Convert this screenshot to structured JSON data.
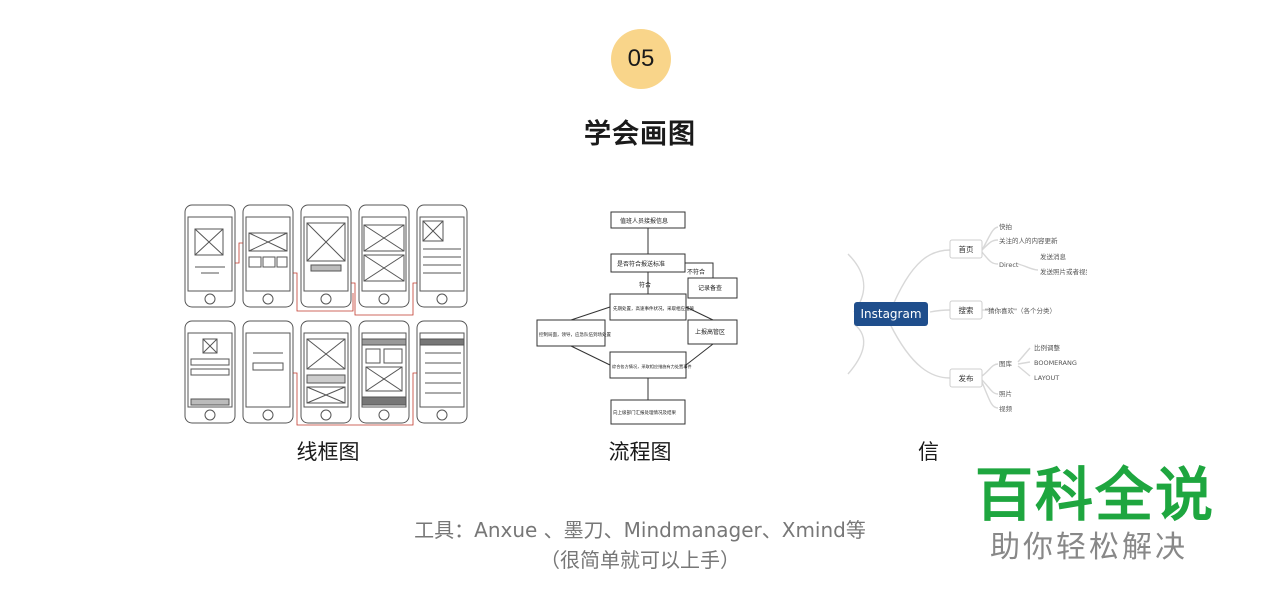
{
  "step": {
    "number": "05"
  },
  "title": "学会画图",
  "panels": [
    {
      "caption": "线框图"
    },
    {
      "caption": "流程图"
    },
    {
      "caption": "信"
    }
  ],
  "flowchart": {
    "nodes": [
      "值班人员接报信息",
      "是否符合报送标准",
      "不符合",
      "记录备查",
      "符合",
      "先期处置，高速事件状况，采取相应措施",
      "控制局面，领导，应急队伍到场处置",
      "上报高管区",
      "综合各方情况，采取相应措施有力处置事件",
      "向上级部门汇报处理情况及结果"
    ]
  },
  "mindmap": {
    "root": "Instagram",
    "branches": [
      {
        "label": "首页",
        "children": [
          "快拍",
          "关注的人的内容更新",
          "Direct",
          "发送消息",
          "发送照片或者视频"
        ]
      },
      {
        "label": "搜索",
        "children": [
          "\"猜你喜欢\"（各个分类）"
        ]
      },
      {
        "label": "发布",
        "children": [
          "图库",
          "比例调整",
          "BOOMERANG",
          "LAYOUT",
          "照片",
          "视频"
        ]
      }
    ]
  },
  "tools": {
    "line1": "工具：Anxue 、墨刀、Mindmanager、Xmind等",
    "line2": "（很简单就可以上手）"
  },
  "watermark": {
    "brand": "百科全说",
    "slogan": "助你轻松解决"
  },
  "colors": {
    "badge": "#f9d58a",
    "watermark_green": "#1ea63f",
    "mindmap_root": "#1f4e8c"
  }
}
